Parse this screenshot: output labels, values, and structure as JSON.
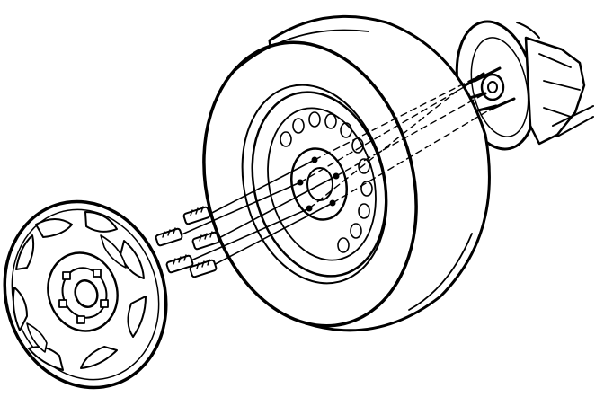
{
  "diagram": {
    "colors": {
      "ink": "#000000",
      "paper": "#ffffff"
    },
    "parts": [
      "wheel-cover",
      "lug-nuts",
      "tire",
      "wheel-rim",
      "wheel-studs",
      "hub-and-brake-rotor"
    ],
    "lug_nut_count": 5,
    "wheel_stud_count": 5
  }
}
